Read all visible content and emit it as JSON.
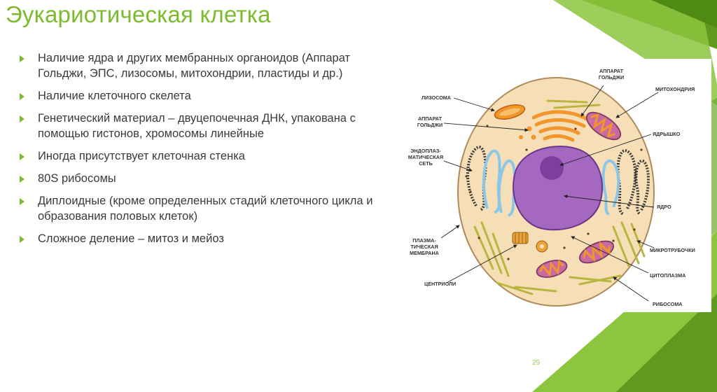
{
  "slide": {
    "title": "Эукариотическая клетка",
    "page_number": "29"
  },
  "bullets": [
    "Наличие ядра и других мембранных органоидов (Аппарат Гольджи, ЭПС, лизосомы, митохондрии, пластиды и др.)",
    "Наличие клеточного скелета",
    "Генетический материал – двуцепочечная ДНК, упакована с помощью гистонов, хромосомы линейные",
    "Иногда присутствует клеточная стенка",
    "80S рибосомы",
    "Диплоидные (кроме определенных стадий клеточного цикла и образования половых клеток)",
    "Сложное деление – митоз и мейоз"
  ],
  "diagram": {
    "labels": {
      "golgi_top": [
        "АППАРАТ",
        "ГОЛЬДЖИ"
      ],
      "lysosome": "ЛИЗОСОМА",
      "mitochondria": "МИТОХОНДРИЯ",
      "golgi_left": [
        "АППАРАТ",
        "ГОЛЬДЖИ"
      ],
      "nucleolus": "ЯДРЫШКО",
      "er": [
        "ЭНДОПЛАЗ-",
        "МАТИЧЕСКАЯ",
        "СЕТЬ"
      ],
      "nucleus": "ЯДРО",
      "plasma_membrane": [
        "ПЛАЗМА-",
        "ТИЧЕСКАЯ",
        "МЕМБРАНА"
      ],
      "microtubules": "МИКРОТРУБОЧКИ",
      "centrioles": "ЦЕНТРИОЛИ",
      "cytoplasm": "ЦИТОПЛАЗМА",
      "ribosome": "РИБОСОМА"
    }
  },
  "colors": {
    "accent": "#7dbb2e",
    "cytoplasm": "#f6dfb6",
    "nucleus": "#a468c0",
    "nucleolus": "#7d3f9c",
    "organelle_orange": "#f1962a",
    "mito_inner": "#c96aa0",
    "microtubule": "#b9b640"
  }
}
